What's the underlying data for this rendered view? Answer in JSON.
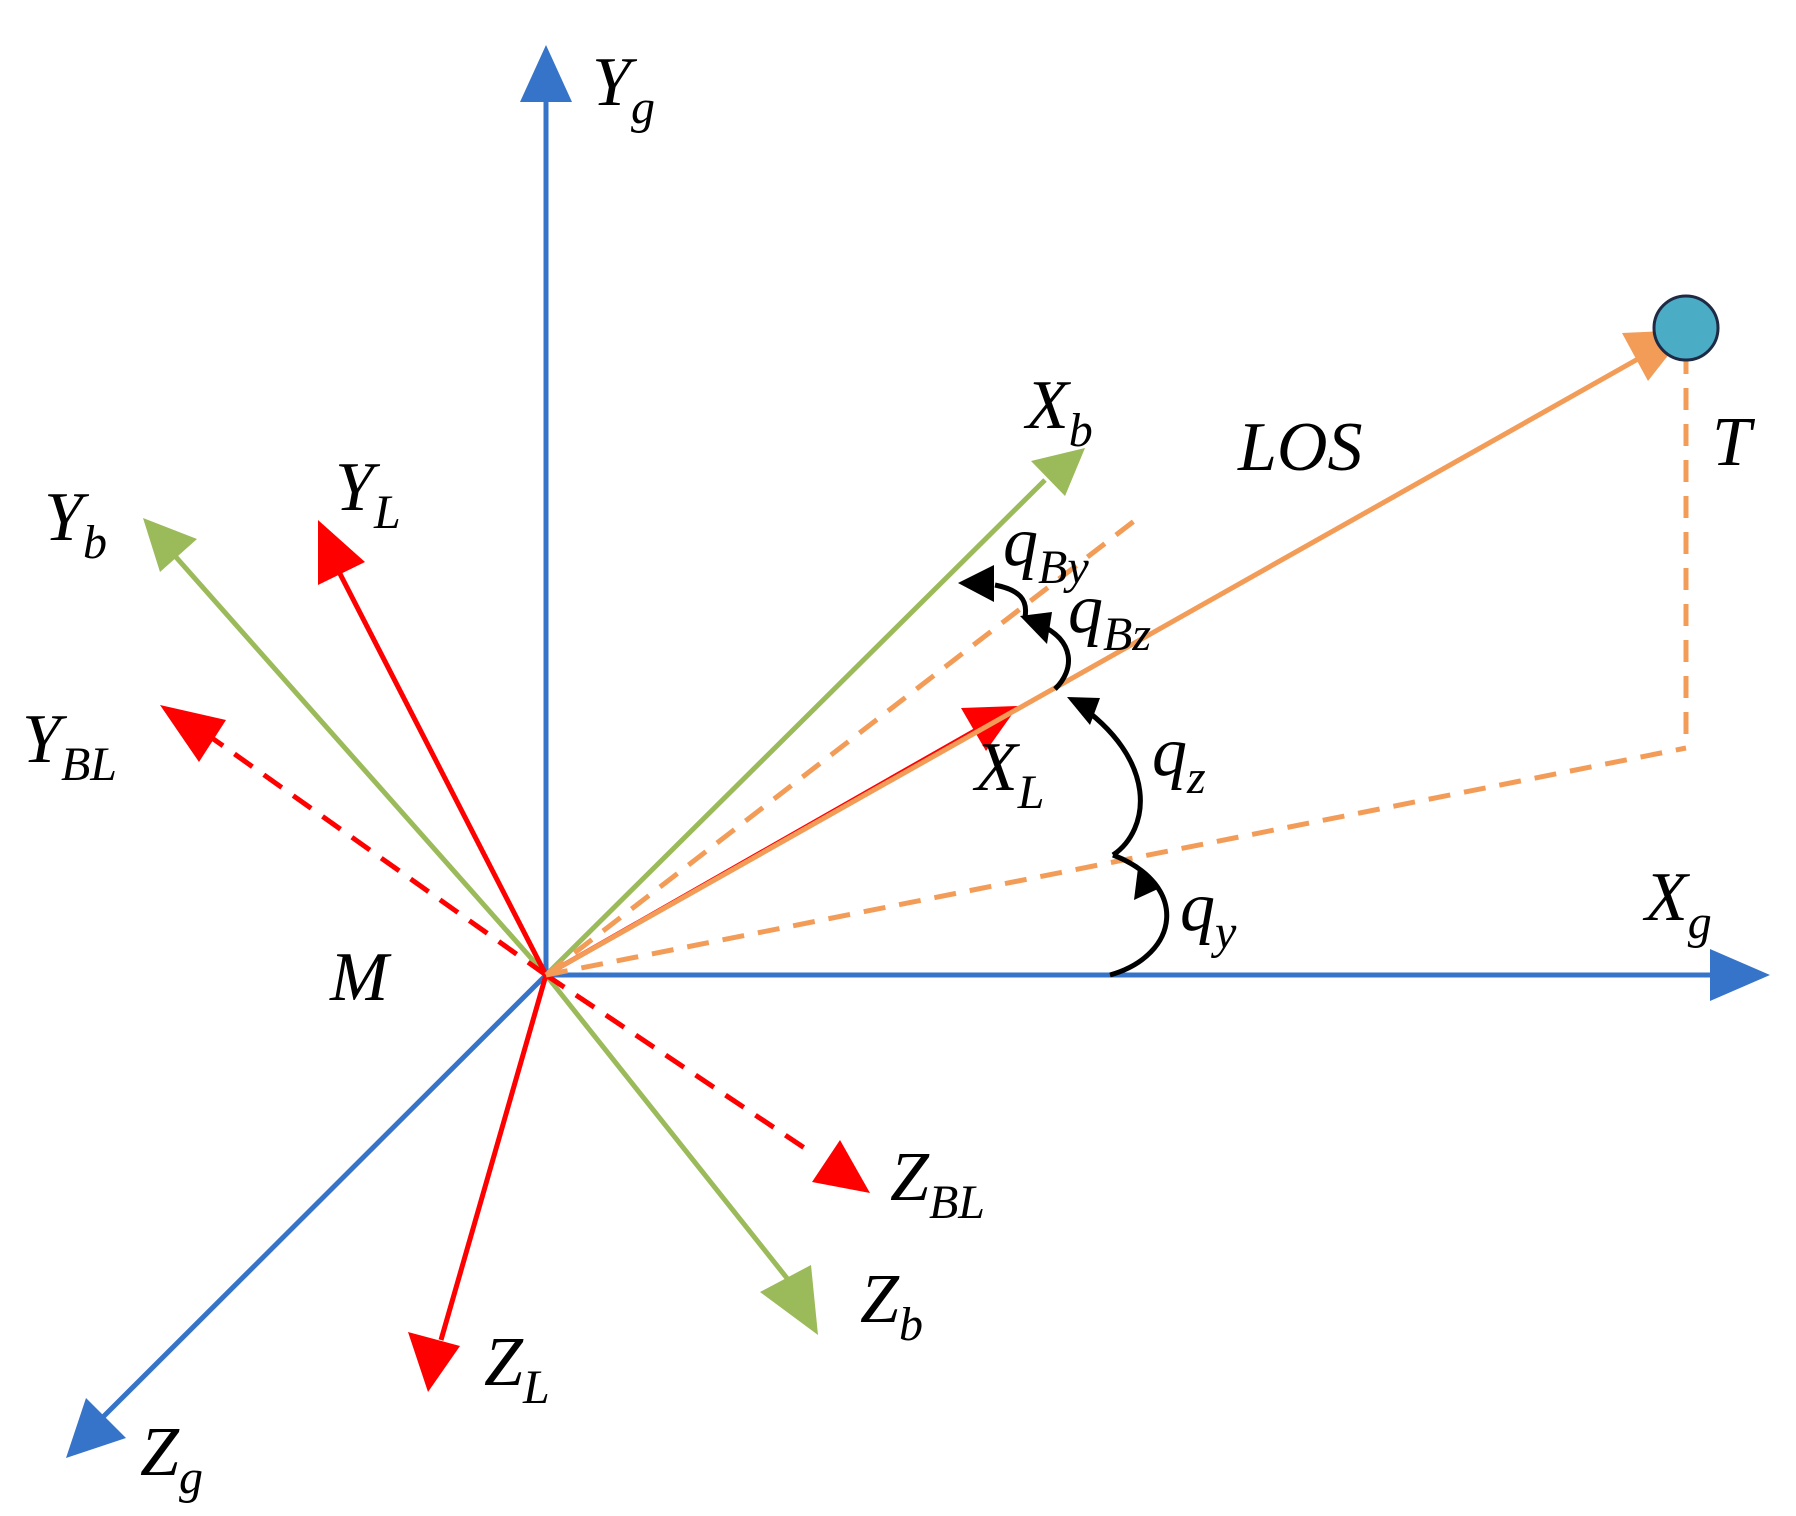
{
  "colors": {
    "ground": "#3674c9",
    "body": "#9bba5a",
    "los_frame": "#ff0000",
    "los": "#f29c58",
    "angle": "#000000",
    "target_fill": "#4bacc6",
    "target_stroke": "#1f2a44"
  },
  "labels": {
    "Yg": {
      "main": "Y",
      "sub": "g"
    },
    "Xg": {
      "main": "X",
      "sub": "g"
    },
    "Zg": {
      "main": "Z",
      "sub": "g"
    },
    "Xb": {
      "main": "X",
      "sub": "b"
    },
    "Yb": {
      "main": "Y",
      "sub": "b"
    },
    "Zb": {
      "main": "Z",
      "sub": "b"
    },
    "XL": {
      "main": "X",
      "sub": "L"
    },
    "YL": {
      "main": "Y",
      "sub": "L"
    },
    "ZL": {
      "main": "Z",
      "sub": "L"
    },
    "YBL": {
      "main": "Y",
      "sub": "BL"
    },
    "ZBL": {
      "main": "Z",
      "sub": "BL"
    },
    "qBy": {
      "main": "q",
      "sub": "By"
    },
    "qBz": {
      "main": "q",
      "sub": "Bz"
    },
    "qz": {
      "main": "q",
      "sub": "z"
    },
    "qy": {
      "main": "q",
      "sub": "y"
    },
    "M": "M",
    "T": "T",
    "LOS": "LOS"
  }
}
